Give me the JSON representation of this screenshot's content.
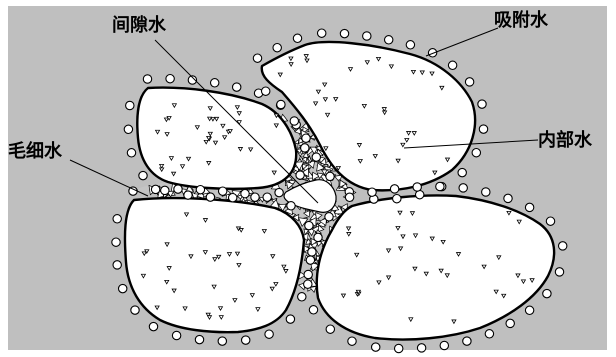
{
  "labels": {
    "pore_water": "间隙水",
    "adsorbed_water": "吸附水",
    "capillary_water": "毛细水",
    "internal_water": "内部水"
  },
  "colors": {
    "background": "#bfbfbf",
    "particle_fill": "#ffffff",
    "outline": "#000000"
  }
}
